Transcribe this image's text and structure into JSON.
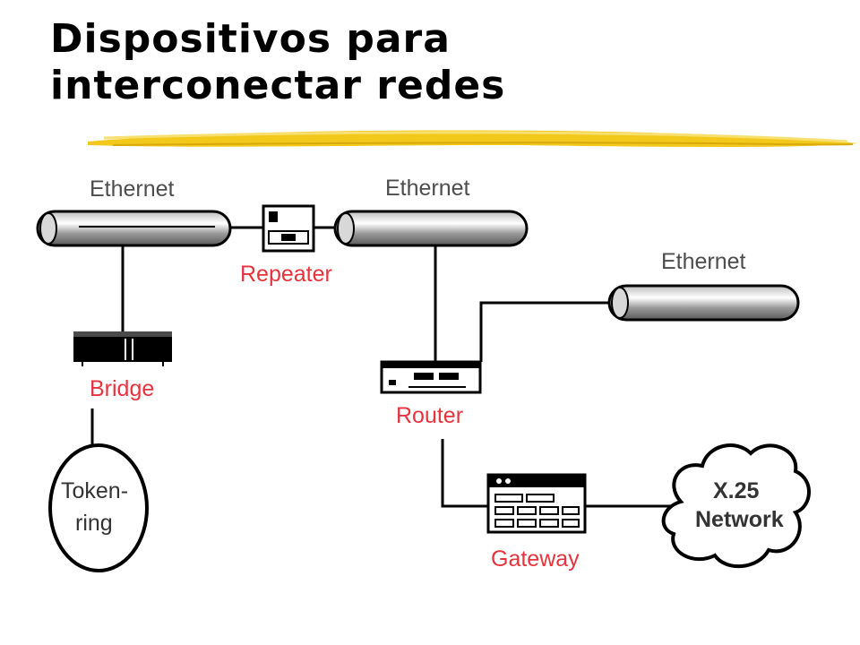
{
  "slide": {
    "title_line1": "Dispositivos para",
    "title_line2": "interconectar redes"
  },
  "colors": {
    "underline": "#f2c81a",
    "device_label": "#e8323c",
    "segment_label": "#4d4d4d"
  },
  "diagram": {
    "segments": [
      {
        "label": "Ethernet"
      },
      {
        "label": "Ethernet"
      },
      {
        "label": "Ethernet"
      }
    ],
    "devices": {
      "repeater": "Repeater",
      "bridge": "Bridge",
      "router": "Router",
      "gateway": "Gateway"
    },
    "token_ring": {
      "line1": "Token-",
      "line2": "ring"
    },
    "x25": {
      "line1": "X.25",
      "line2": "Network"
    }
  }
}
